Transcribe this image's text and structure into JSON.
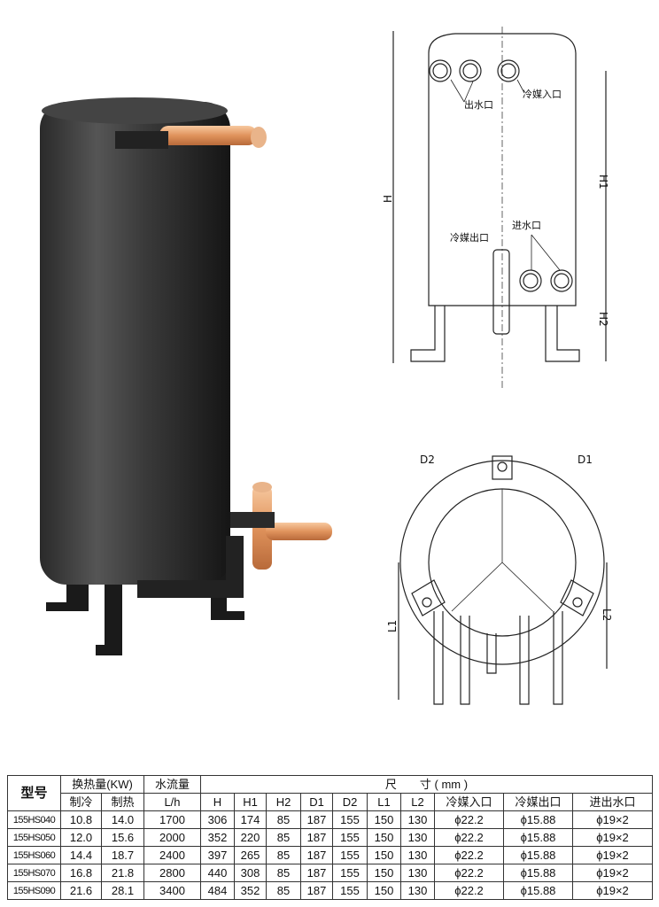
{
  "labels": {
    "outlet_water": "出水口",
    "refrigerant_in": "冷媒入口",
    "H": "H",
    "H1": "H1",
    "refrigerant_out": "冷媒出口",
    "inlet_water": "进水口",
    "H2": "H2",
    "D2": "D2",
    "D1": "D1",
    "L1": "L1",
    "L2": "L2"
  },
  "table": {
    "h_model": "型号",
    "h_heat": "换热量(KW)",
    "h_flow": "水流量",
    "h_dim": "尺　　寸 ( mm )",
    "sub": [
      "制冷",
      "制热",
      "L/h",
      "H",
      "H1",
      "H2",
      "D1",
      "D2",
      "L1",
      "L2",
      "冷媒入口",
      "冷媒出口",
      "进出水口"
    ],
    "rows": [
      [
        "155HS040",
        "10.8",
        "14.0",
        "1700",
        "306",
        "174",
        "85",
        "187",
        "155",
        "150",
        "130",
        "ϕ22.2",
        "ϕ15.88",
        "ϕ19×2"
      ],
      [
        "155HS050",
        "12.0",
        "15.6",
        "2000",
        "352",
        "220",
        "85",
        "187",
        "155",
        "150",
        "130",
        "ϕ22.2",
        "ϕ15.88",
        "ϕ19×2"
      ],
      [
        "155HS060",
        "14.4",
        "18.7",
        "2400",
        "397",
        "265",
        "85",
        "187",
        "155",
        "150",
        "130",
        "ϕ22.2",
        "ϕ15.88",
        "ϕ19×2"
      ],
      [
        "155HS070",
        "16.8",
        "21.8",
        "2800",
        "440",
        "308",
        "85",
        "187",
        "155",
        "150",
        "130",
        "ϕ22.2",
        "ϕ15.88",
        "ϕ19×2"
      ],
      [
        "155HS090",
        "21.6",
        "28.1",
        "3400",
        "484",
        "352",
        "85",
        "187",
        "155",
        "150",
        "130",
        "ϕ22.2",
        "ϕ15.88",
        "ϕ19×2"
      ]
    ]
  }
}
